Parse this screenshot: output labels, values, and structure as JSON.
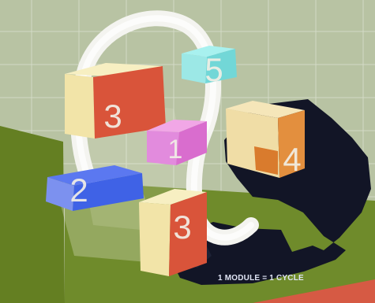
{
  "blocks": [
    {
      "id": "block-3-top",
      "label": "3"
    },
    {
      "id": "block-5",
      "label": "5"
    },
    {
      "id": "block-1",
      "label": "1"
    },
    {
      "id": "block-4",
      "label": "4"
    },
    {
      "id": "block-2",
      "label": "2"
    },
    {
      "id": "block-3-bottom",
      "label": "3"
    }
  ],
  "caption": "1 MODULE = 1 CYCLE",
  "colors": {
    "background_wall": "#b9c2a2",
    "floor": "#6f8a2a",
    "block_red": "#d9543a",
    "block_cream": "#f1e4a6",
    "block_cyan": "#7fe0df",
    "block_pink": "#e07bd0",
    "block_orange": "#dc8a35",
    "block_blue": "#3f62e6",
    "shadow": "#111525",
    "loop": "#f6f7f4"
  }
}
